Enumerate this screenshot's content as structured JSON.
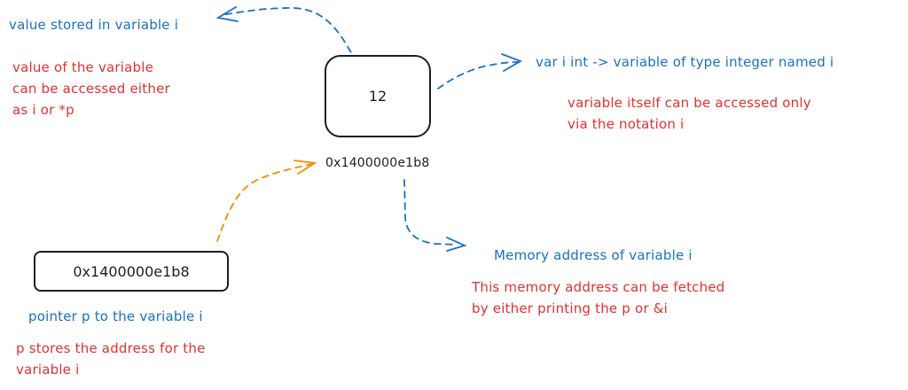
{
  "colors": {
    "label_blue": "#1971c2",
    "note_red": "#e03131",
    "stroke_black": "#1e1e1e",
    "arrow_orange": "#f08c00"
  },
  "value_box": {
    "value": "12",
    "address": "0x1400000e1b8",
    "label": "value stored in variable i",
    "note_lines": [
      "value of the variable",
      "can be accessed either",
      "as i or *p"
    ]
  },
  "declaration": {
    "label": "var i int -> variable of type integer named i",
    "note_lines": [
      "variable itself can be accessed only",
      "via the notation i"
    ]
  },
  "memory_address": {
    "label": "Memory address of variable i",
    "note_lines": [
      "This memory address can be fetched",
      "by either printing the p or &i"
    ]
  },
  "pointer_box": {
    "value": "0x1400000e1b8",
    "label": "pointer p to the variable i",
    "note_lines": [
      "p stores the address for the",
      "variable i"
    ]
  },
  "arrows": [
    {
      "name": "value-box-to-value-label",
      "style": "dashed",
      "color": "blue"
    },
    {
      "name": "value-box-to-declaration",
      "style": "dashed",
      "color": "blue"
    },
    {
      "name": "address-to-memory-label",
      "style": "dashed",
      "color": "blue"
    },
    {
      "name": "pointer-to-address",
      "style": "dashed",
      "color": "orange"
    }
  ]
}
